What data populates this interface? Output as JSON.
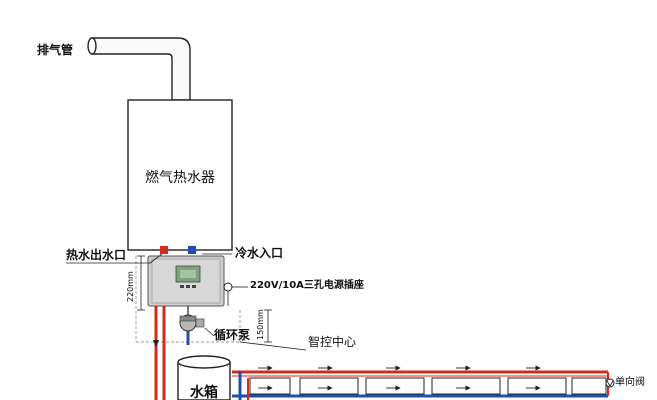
{
  "labels": {
    "exhaust_pipe": "排气管",
    "heater": "燃气热水器",
    "hot_outlet": "热水出水口",
    "cold_inlet": "冷水入口",
    "dim_220": "220mm",
    "dim_150": "150mm",
    "socket": "220V/10A三孔电源插座",
    "pump": "循环泵",
    "controller": "智控中心",
    "tank": "水箱",
    "check_valve": "单向阀"
  },
  "colors": {
    "hot_pipe": "#d42a1f",
    "return_pipe": "#1f4fa8",
    "outline": "#222222",
    "controller_box": "#c9c9c9",
    "screen": "#7fa37a"
  }
}
